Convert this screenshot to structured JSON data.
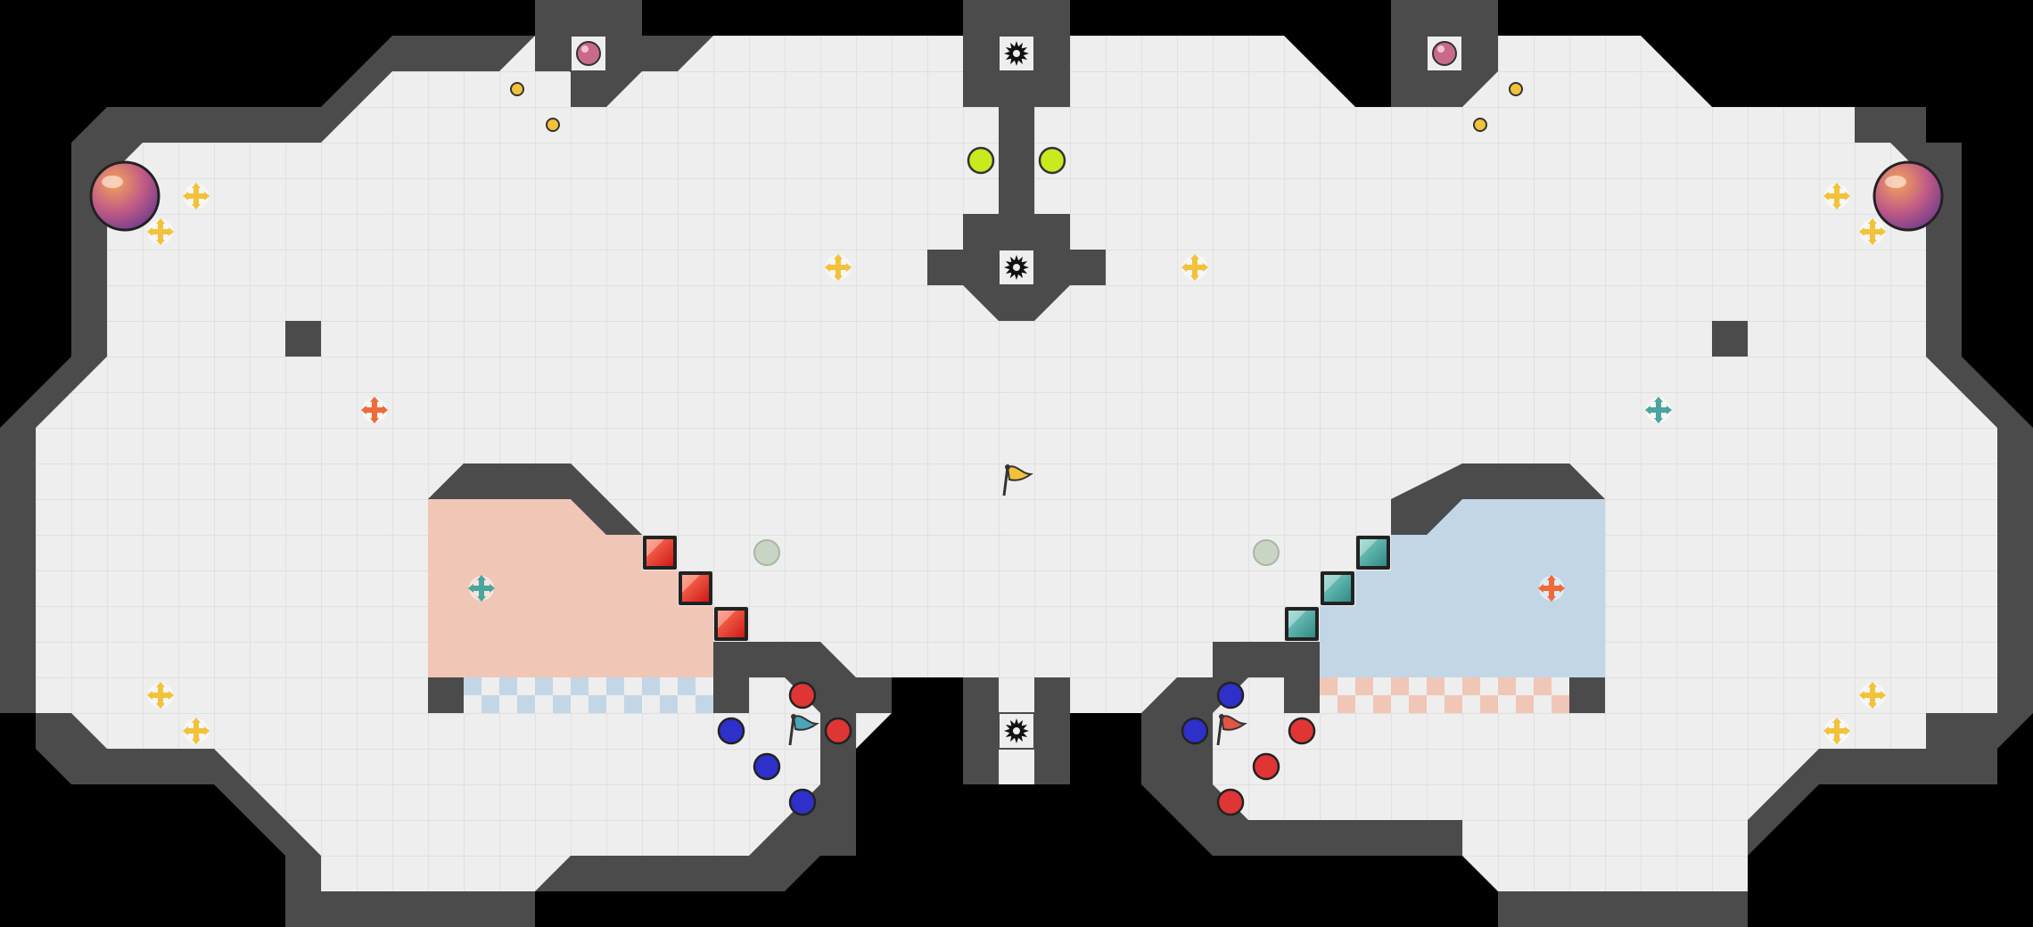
{
  "map": {
    "name": "",
    "grid": {
      "cols": 57,
      "rows": 26
    }
  },
  "colors": {
    "background": "#000000",
    "floor": "#eeeeee",
    "floor_line": "#dcdcdc",
    "wall": "#4b4b4b",
    "wall_shadow": "#3a3a3a",
    "red_zone": "#f0c6b6",
    "blue_zone": "#c3d6e6",
    "red_ball": "#e03535",
    "blue_ball": "#2f2fc9",
    "boost_yellow": "#f2c23a",
    "boost_red": "#ee6a3a",
    "boost_teal": "#4aa59e",
    "spike": "#111111",
    "bomb": "#c8ea1e",
    "portal": "#c8d4c4"
  },
  "objects": {
    "flags": [
      {
        "team": "neutral",
        "col": 28.5,
        "row": 13.5,
        "color": "#f2c23a"
      },
      {
        "team": "blue",
        "col": 22.5,
        "row": 20.5,
        "color": "#4aa5b8"
      },
      {
        "team": "red",
        "col": 34.5,
        "row": 20.5,
        "color": "#e05545"
      }
    ],
    "spikes": [
      {
        "col": 28.5,
        "row": 1.5
      },
      {
        "col": 28.5,
        "row": 7.5
      },
      {
        "col": 28.5,
        "row": 20.5
      }
    ],
    "bombs": [
      {
        "col": 27.5,
        "row": 4.5
      },
      {
        "col": 29.5,
        "row": 4.5
      }
    ],
    "portals": [
      {
        "col": 21.5,
        "row": 15.5
      },
      {
        "col": 35.5,
        "row": 15.5
      }
    ],
    "balls": [
      {
        "team": "red",
        "col": 22.5,
        "row": 19.5
      },
      {
        "team": "red",
        "col": 23.5,
        "row": 20.5
      },
      {
        "team": "blue",
        "col": 20.5,
        "row": 20.5
      },
      {
        "team": "blue",
        "col": 21.5,
        "row": 21.5
      },
      {
        "team": "blue",
        "col": 22.5,
        "row": 22.5
      },
      {
        "team": "blue",
        "col": 34.5,
        "row": 19.5
      },
      {
        "team": "blue",
        "col": 33.5,
        "row": 20.5
      },
      {
        "team": "red",
        "col": 36.5,
        "row": 20.5
      },
      {
        "team": "red",
        "col": 35.5,
        "row": 21.5
      },
      {
        "team": "red",
        "col": 34.5,
        "row": 22.5
      }
    ],
    "boosts": [
      {
        "type": "yellow",
        "col": 5.5,
        "row": 5.5
      },
      {
        "type": "yellow",
        "col": 4.5,
        "row": 6.5
      },
      {
        "type": "yellow",
        "col": 23.5,
        "row": 7.5
      },
      {
        "type": "yellow",
        "col": 33.5,
        "row": 7.5
      },
      {
        "type": "yellow",
        "col": 51.5,
        "row": 5.5
      },
      {
        "type": "yellow",
        "col": 52.5,
        "row": 6.5
      },
      {
        "type": "yellow",
        "col": 4.5,
        "row": 19.5
      },
      {
        "type": "yellow",
        "col": 5.5,
        "row": 20.5
      },
      {
        "type": "yellow",
        "col": 52.5,
        "row": 19.5
      },
      {
        "type": "yellow",
        "col": 51.5,
        "row": 20.5
      },
      {
        "type": "red",
        "col": 10.5,
        "row": 11.5
      },
      {
        "type": "red",
        "col": 43.5,
        "row": 16.5
      },
      {
        "type": "teal",
        "col": 46.5,
        "row": 11.5
      },
      {
        "type": "teal",
        "col": 13.5,
        "row": 16.5
      }
    ],
    "gates": [
      {
        "team": "red",
        "col": 18.5,
        "row": 15.5
      },
      {
        "team": "red",
        "col": 19.5,
        "row": 16.5
      },
      {
        "team": "red",
        "col": 20.5,
        "row": 17.5
      },
      {
        "team": "blue",
        "col": 38.5,
        "row": 15.5
      },
      {
        "team": "blue",
        "col": 37.5,
        "row": 16.5
      },
      {
        "team": "blue",
        "col": 36.5,
        "row": 17.5
      }
    ],
    "gravity_wells": [
      {
        "col": 3.5,
        "row": 5.5
      },
      {
        "col": 53.5,
        "row": 5.5
      }
    ],
    "pink_tokens": [
      {
        "col": 16.5,
        "row": 1.5
      },
      {
        "col": 40.5,
        "row": 1.5
      }
    ],
    "small_dots": [
      {
        "col": 14.5,
        "row": 2.5
      },
      {
        "col": 15.5,
        "row": 3.5
      },
      {
        "col": 42.5,
        "row": 2.5
      },
      {
        "col": 41.5,
        "row": 3.5
      }
    ],
    "pillars": [
      {
        "col": 8.5,
        "row": 9.5
      },
      {
        "col": 48.5,
        "row": 9.5
      },
      {
        "col": 12.5,
        "row": 19.5
      },
      {
        "col": 44.5,
        "row": 19.5
      }
    ]
  }
}
